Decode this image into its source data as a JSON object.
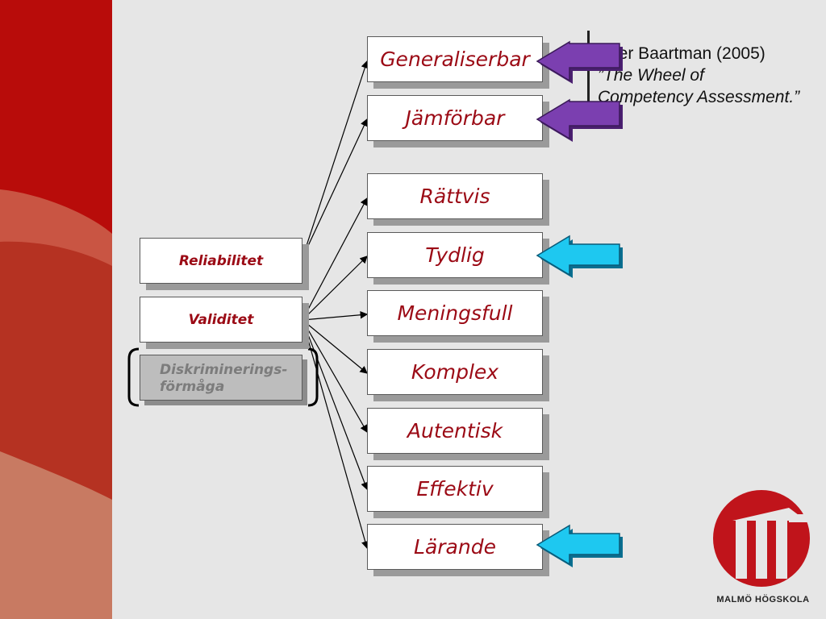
{
  "slide": {
    "sources": [
      "Reliabilitet",
      "Validitet"
    ],
    "grey_box": {
      "line1": "Diskriminerings-",
      "line2": "förmåga"
    },
    "criteria": [
      "Generaliserbar",
      "Jämförbar",
      "Rättvis",
      "Tydlig",
      "Meningsfull",
      "Komplex",
      "Autentisk",
      "Effektiv",
      "Lärande"
    ],
    "citation": {
      "line1": "Efter Baartman (2005)",
      "line2": "”The Wheel of",
      "line3": "Competency Assessment.”"
    },
    "logo_text": "MALMÖ HÖGSKOLA",
    "colors": {
      "accent_red": "#9b0a15",
      "purple_arrow": "#7b3fb0",
      "blue_arrow": "#1ec8f0",
      "band_red": "#b10d0d"
    }
  }
}
